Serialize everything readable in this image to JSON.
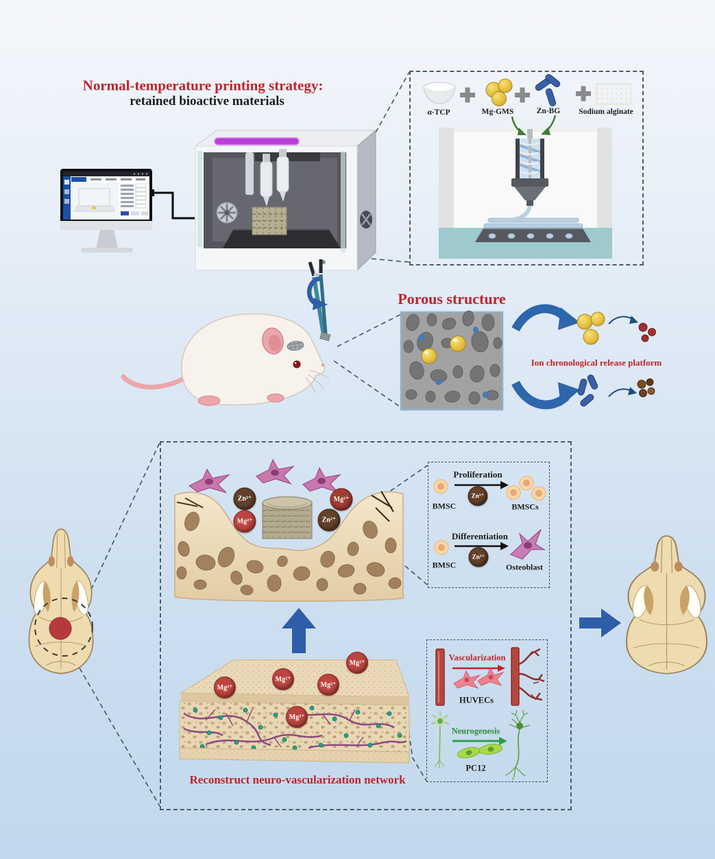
{
  "title": {
    "line1": "Normal-temperature printing strategy:",
    "line2": "retained bioactive materials"
  },
  "materials": {
    "items": [
      {
        "label": "α-TCP",
        "icon": "bowl-icon"
      },
      {
        "label": "Mg-GMS",
        "icon": "yellow-microspheres-icon"
      },
      {
        "label": "Zn-BG",
        "icon": "blue-glass-rods-icon"
      },
      {
        "label": "Sodium alginate",
        "icon": "alginate-mesh-icon"
      }
    ]
  },
  "porous": {
    "title": "Porous structure"
  },
  "release": {
    "label": "Ion chronological release platform"
  },
  "ions": {
    "zn": "Zn²⁺",
    "mg": "Mg²⁺"
  },
  "osteogenesis": {
    "proliferation": {
      "title": "Proliferation",
      "from": "BMSC",
      "to": "BMSCs"
    },
    "differentiation": {
      "title": "Differentiation",
      "from": "BMSC",
      "to": "Osteoblast"
    }
  },
  "neurovascular": {
    "vascularization": {
      "title": "Vascularization",
      "cells": "HUVECs"
    },
    "neurogenesis": {
      "title": "Neurogenesis",
      "cells": "PC12"
    }
  },
  "bottom_caption": "Reconstruct neuro-vascularization network",
  "colors": {
    "accent_red": "#c0232b",
    "arrow_blue": "#2e5ea8",
    "green_arrow": "#2e9e4f",
    "vessel_red": "#b5463f"
  }
}
